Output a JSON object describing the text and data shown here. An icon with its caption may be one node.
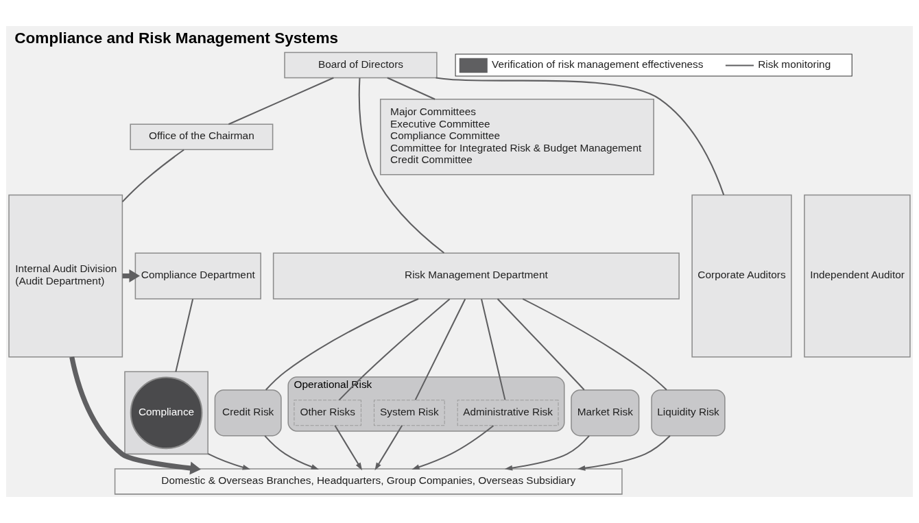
{
  "diagram": {
    "title": "Compliance and Risk Management Systems",
    "nodes": [
      {
        "text": [
          "Board of Directors"
        ]
      },
      {
        "text": [
          "Major Committees",
          "Executive Committee",
          "Compliance Committee",
          "Committee for Integrated Risk & Budget Management",
          "Credit Committee"
        ]
      },
      {
        "text": [
          "Office of the Chairman"
        ]
      },
      {
        "text": [
          "Risk Management Department"
        ]
      },
      {
        "text": [
          "Compliance Department"
        ]
      },
      {
        "text": [
          "Internal Audit Division",
          "(Audit Department)"
        ]
      },
      {
        "text": [
          "Corporate Auditors"
        ]
      },
      {
        "text": [
          "Independent Auditor"
        ]
      },
      {
        "text": [],
        "shape": "bar"
      },
      {
        "text": [
          "Credit Risk"
        ]
      },
      {
        "text": [
          "Market Risk"
        ]
      },
      {
        "text": [
          "Liquidity Risk"
        ]
      },
      {
        "text": [
          "Operational Risk"
        ]
      },
      {
        "text": [
          "Administrative Risk"
        ],
        "in": 12
      },
      {
        "text": [
          "System Risk"
        ],
        "in": 12
      },
      {
        "text": [
          "Other Risks"
        ],
        "in": 12
      },
      {
        "text": [
          "Compliance"
        ],
        "in": 8
      },
      {
        "text": [
          "Domestic & Overseas Branches, Headquarters, Group Companies, Overseas Subsidiary"
        ]
      }
    ],
    "edges": [
      {
        "from": 0,
        "to": 6,
        "arrow": "none"
      },
      {
        "from": 0,
        "to": 1,
        "arrow": "none"
      },
      {
        "from": 0,
        "to": 2,
        "arrow": "none"
      },
      {
        "from": 0,
        "to": 3,
        "arrow": "none"
      },
      {
        "from": 2,
        "to": 5,
        "arrow": "none"
      },
      {
        "from": 5,
        "to": 4,
        "arrow": "to",
        "style": "thick"
      },
      {
        "from": 5,
        "to": 17,
        "arrow": "to",
        "style": "thick"
      },
      {
        "from": 3,
        "to": 9,
        "arrow": "none"
      },
      {
        "from": 3,
        "to": 10,
        "arrow": "none"
      },
      {
        "from": 3,
        "to": 11,
        "arrow": "none"
      },
      {
        "from": 3,
        "to": 13,
        "arrow": "none"
      },
      {
        "from": 3,
        "to": 14,
        "arrow": "none"
      },
      {
        "from": 3,
        "to": 15,
        "arrow": "none"
      },
      {
        "from": 4,
        "to": 8,
        "arrow": "none"
      },
      {
        "from": 9,
        "to": 17,
        "arrow": "to"
      },
      {
        "from": 10,
        "to": 17,
        "arrow": "to"
      },
      {
        "from": 11,
        "to": 17,
        "arrow": "to"
      },
      {
        "from": 13,
        "to": 17,
        "arrow": "to"
      },
      {
        "from": 14,
        "to": 17,
        "arrow": "to"
      },
      {
        "from": 15,
        "to": 17,
        "arrow": "to"
      },
      {
        "from": 8,
        "to": 17,
        "arrow": "to"
      }
    ],
    "legend": [
      {
        "text": "Verification of risk management effectiveness"
      },
      {
        "text": "Risk monitoring"
      }
    ]
  }
}
